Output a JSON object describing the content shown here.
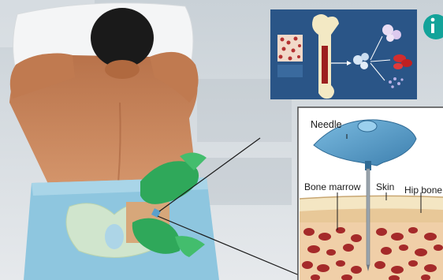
{
  "inset": {
    "labels": {
      "needle": "Needle",
      "bone_marrow": "Bone marrow",
      "skin": "Skin",
      "hip_bone": "Hip bone"
    }
  },
  "colors": {
    "background": "#d9dfe3",
    "infographic_panel": "#2a5587",
    "needle_body": "#5aa0cc",
    "marrow_red": "#a52a2a",
    "glove_green": "#2fa85a",
    "drape_blue": "#8ec6df",
    "skin_tone": "#c9855d",
    "brand_badge": "#13a39a"
  }
}
